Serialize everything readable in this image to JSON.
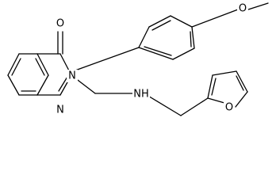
{
  "atoms": {
    "carbonyl_oxygen": "O",
    "ring_nitrogen_3": "N",
    "ring_nitrogen_1": "N",
    "methoxy_oxygen": "O",
    "amine": "NH",
    "furan_oxygen": "O"
  }
}
